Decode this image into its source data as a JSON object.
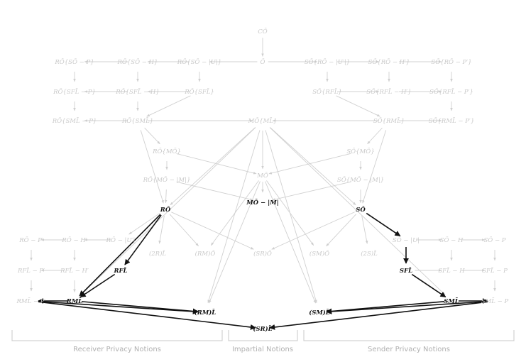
{
  "nodes": {
    "CO": "CŌ",
    "O": "Ō",
    "R_SO_P": "RŌ{SŌ − P}",
    "R_SO_H": "RŌ{SŌ − H}",
    "R_SO_U": "RŌ{SŌ − |U|}",
    "S_RO_U": "SŌ{RŌ − |U′|}",
    "S_RO_H": "SŌ{RŌ − H′}",
    "S_RO_P": "SŌ{RŌ − P′}",
    "R_SFL_P": "RŌ{SFL̄ − P}",
    "R_SFL_H": "RŌ{SFL̄ − H}",
    "R_SFL": "RŌ{SFL̄}",
    "S_RFL": "SŌ{RFL̄}",
    "S_RFL_H": "SŌ{RFL̄ − H′}",
    "S_RFL_P": "SŌ{RFL̄ − P′}",
    "R_SML_P": "RŌ{SML̄ − P}",
    "R_SML": "RŌ{SML̄}",
    "S_RML": "SŌ{RML̄}",
    "S_RML_P": "SŌ{RML̄ − P′}",
    "MO_ML": "MŌ{ML̄}",
    "R_MO": "RŌ{MŌ}",
    "S_MO": "SŌ{MŌ}",
    "R_MO_M": "RŌ{MŌ − |M|}",
    "MO": "MŌ",
    "S_MO_M": "SŌ{MŌ − |M|}",
    "MO_M": "MŌ − |M|",
    "RO": "RŌ",
    "SO": "SŌ",
    "RO_P": "RŌ − P′",
    "RO_H": "RŌ − H′",
    "RO_U": "RŌ − |U′|",
    "TwoR_L": "(2R)L̄",
    "RM_O": "(RM)Ō",
    "SR_O": "(SR)Ō",
    "SM_O": "(SM)Ō",
    "TwoS_L": "(2S)L̄",
    "SO_U": "SŌ − |U|",
    "SO_H": "SŌ − H",
    "SO_P": "SŌ − P",
    "RFL_P": "RFL̄ − P′",
    "RFL_H": "RFL̄ − H′",
    "RFL": "RFL̄",
    "SFL": "SFL̄",
    "SFL_H": "SFL̄ − H",
    "SFL_P": "SFL̄ − P",
    "RML_P": "RML̄ − P′",
    "RML": "RML̄",
    "RM_L": "(RM)L̄",
    "SM_L": "(SM)L̄",
    "SML": "SML̄",
    "SML_P": "SML̄ − P",
    "SR_L": "(SR)L̄"
  },
  "groups": {
    "receiver": "Receiver Privacy Notions",
    "impartial": "Impartial Notions",
    "sender": "Sender Privacy Notions"
  },
  "colors": {
    "faded": "#c9c9c9",
    "active": "#111111",
    "edge_faded": "#d0d0d0",
    "edge_active": "#111111"
  }
}
